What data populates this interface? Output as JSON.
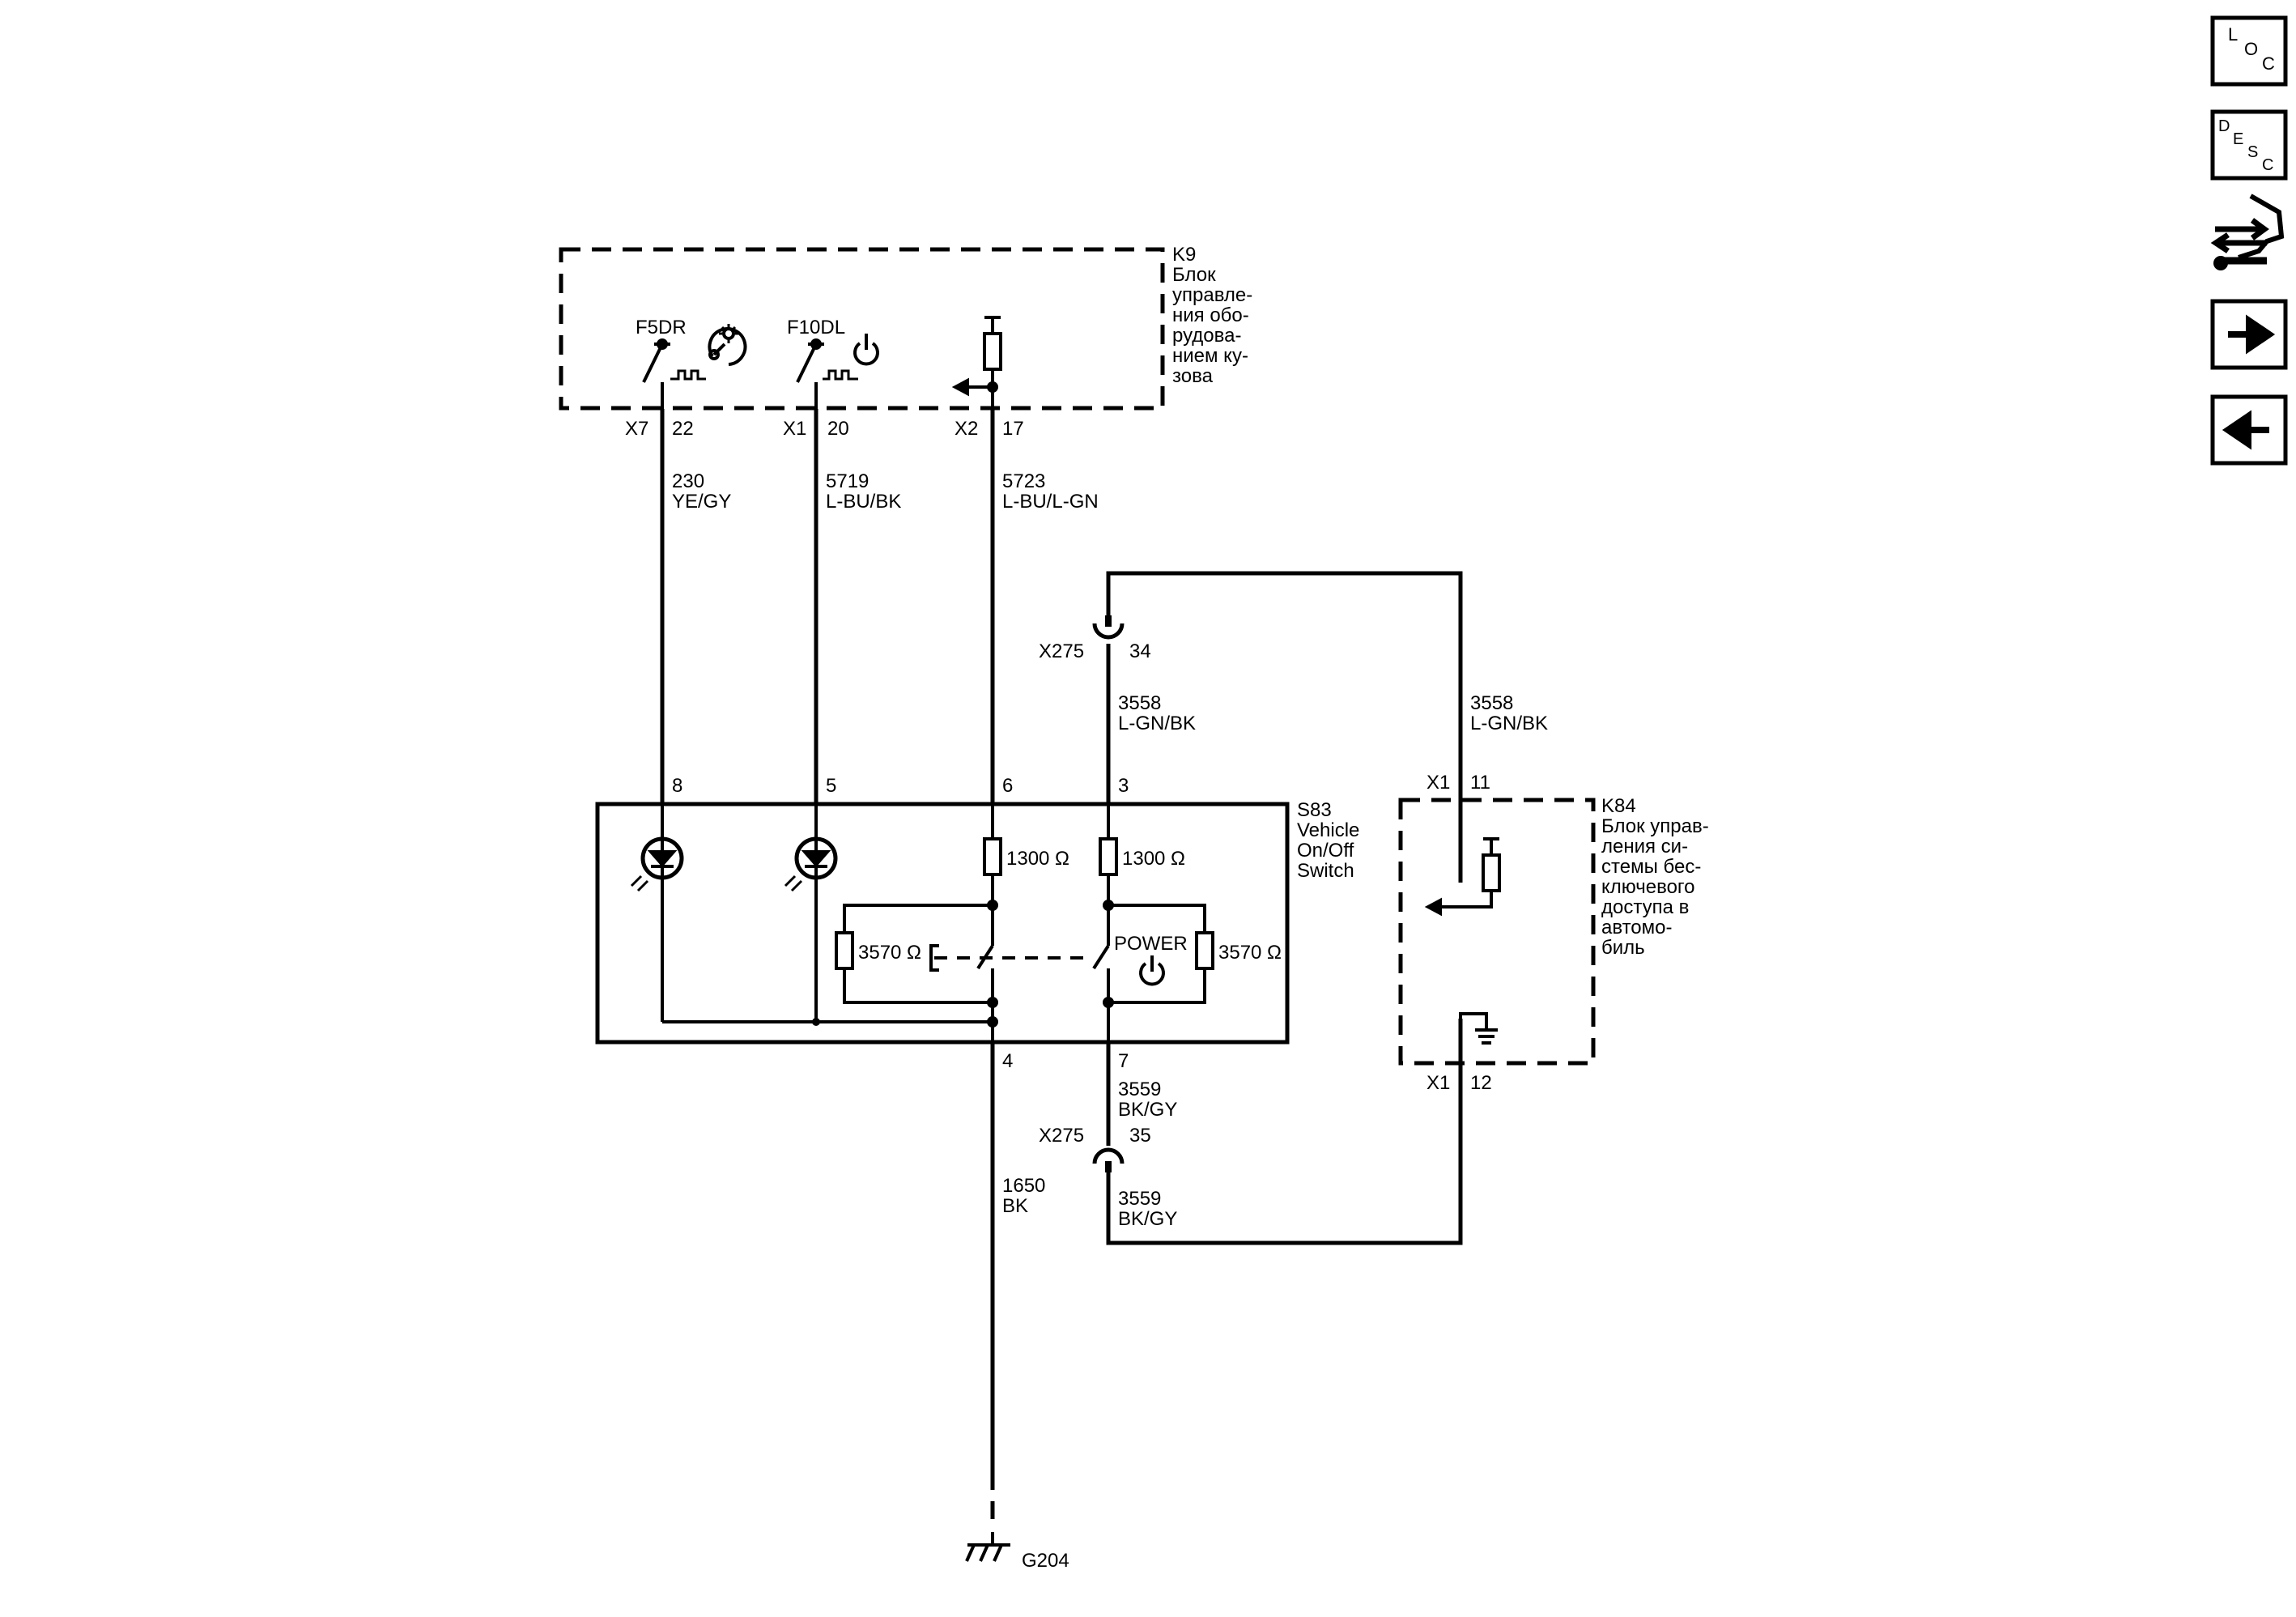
{
  "sidebar": {
    "loc_label": [
      "L",
      "O",
      "C"
    ],
    "desc_label": [
      "D",
      "E",
      "S",
      "C"
    ],
    "tools_icon": "connector-tool-icon",
    "next_icon": "arrow-right-icon",
    "prev_icon": "arrow-left-icon"
  },
  "k9": {
    "id": "K9",
    "name": [
      "Блок",
      "управле-",
      "ния обо-",
      "рудова-",
      "нием ку-",
      "зова"
    ],
    "f5dr": "F5DR",
    "f10dl": "F10DL",
    "pins": [
      {
        "conn": "X7",
        "pin": "22"
      },
      {
        "conn": "X1",
        "pin": "20"
      },
      {
        "conn": "X2",
        "pin": "17"
      }
    ]
  },
  "wires": {
    "w230": {
      "num": "230",
      "color": "YE/GY"
    },
    "w5719": {
      "num": "5719",
      "color": "L-BU/BK"
    },
    "w5723": {
      "num": "5723",
      "color": "L-BU/L-GN"
    },
    "w3558a": {
      "num": "3558",
      "color": "L-GN/BK"
    },
    "w3558b": {
      "num": "3558",
      "color": "L-GN/BK"
    },
    "w3559a": {
      "num": "3559",
      "color": "BK/GY"
    },
    "w3559b": {
      "num": "3559",
      "color": "BK/GY"
    },
    "w1650": {
      "num": "1650",
      "color": "BK"
    }
  },
  "x275": {
    "top": {
      "conn": "X275",
      "pin": "34"
    },
    "bottom": {
      "conn": "X275",
      "pin": "35"
    }
  },
  "s83": {
    "id": "S83",
    "name": [
      "Vehicle",
      "On/Off",
      "Switch"
    ],
    "pins_top": [
      "8",
      "5",
      "6",
      "3"
    ],
    "pins_bottom": [
      "4",
      "7"
    ],
    "r1": "1300 Ω",
    "r2": "1300 Ω",
    "r3": "3570 Ω",
    "r4": "3570 Ω",
    "power": "POWER"
  },
  "k84": {
    "id": "K84",
    "name": [
      "Блок управ-",
      "ления си-",
      "стемы бес-",
      "ключевого",
      "доступа в",
      "автомо-",
      "биль"
    ],
    "pin_top": {
      "conn": "X1",
      "pin": "11"
    },
    "pin_bottom": {
      "conn": "X1",
      "pin": "12"
    }
  },
  "ground": {
    "id": "G204"
  }
}
